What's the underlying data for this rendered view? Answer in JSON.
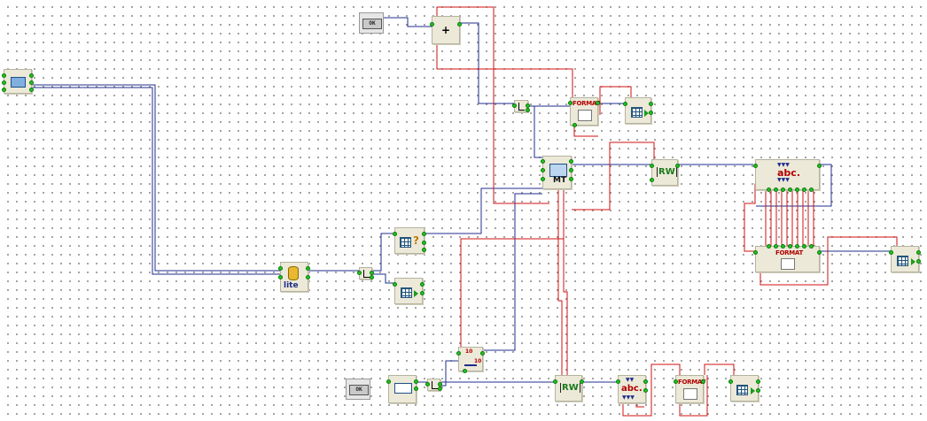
{
  "nodes": {
    "ok_button_top": {
      "label": "OK"
    },
    "ok_button_bottom": {
      "label": "OK"
    },
    "plus_node": {
      "symbol": "+"
    },
    "format_node_top": {
      "label": "FORMAT"
    },
    "format_node_right": {
      "label": "FORMAT"
    },
    "format_node_bottom": {
      "label": "FORMAT"
    },
    "multi_table_node": {
      "label": "MT"
    },
    "rw_node_top": {
      "label": "RW"
    },
    "rw_node_bottom": {
      "label": "RW"
    },
    "abc_node_right": {
      "label": "abc."
    },
    "abc_node_bottom": {
      "label": "abc."
    },
    "sqlite_node": {
      "label": "lite"
    },
    "range_node": {
      "top_label": "10",
      "bottom_label": "10"
    },
    "query_node": {
      "symbol": "?"
    }
  },
  "colors": {
    "wire_blue": "#1f2d8c",
    "wire_red": "#d01010",
    "port_green": "#22c422"
  }
}
